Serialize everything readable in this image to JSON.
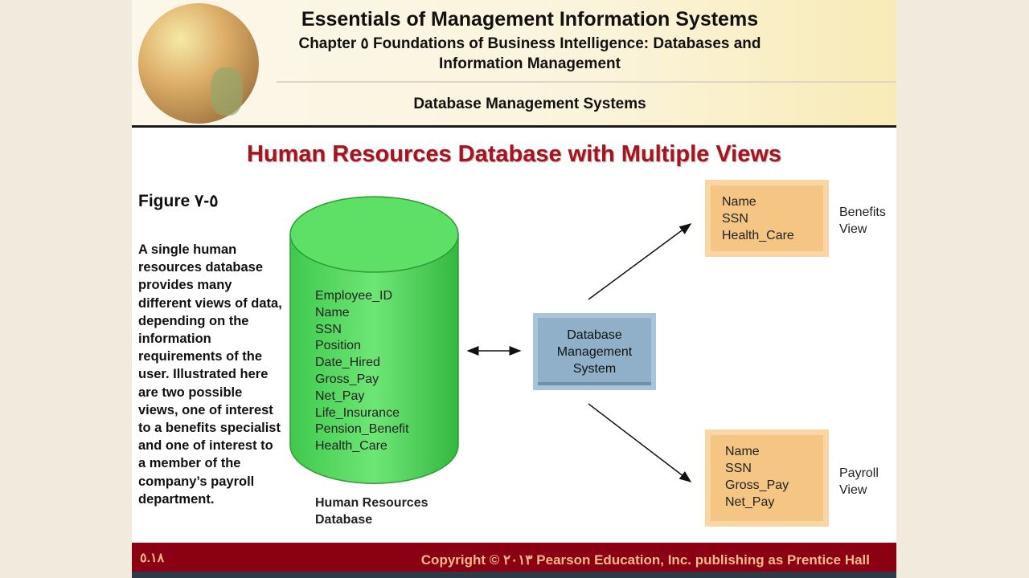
{
  "header": {
    "title": "Essentials of Management Information Systems",
    "subtitle_line1": "Chapter ٥ Foundations of Business Intelligence: Databases and",
    "subtitle_line2": "Information Management",
    "section": "Database Management Systems"
  },
  "slide": {
    "title": "Human Resources Database with Multiple Views",
    "figure_label": "Figure ٥-٧",
    "caption": "A single human resources database provides many different views of data, depending on the information requirements of the user. Illustrated here are two possible views, one of interest to a benefits specialist and one of interest to a member of the company’s payroll department."
  },
  "diagram": {
    "database_fields": [
      "Employee_ID",
      "Name",
      "SSN",
      "Position",
      "Date_Hired",
      "Gross_Pay",
      "Net_Pay",
      "Life_Insurance",
      "Pension_Benefit",
      "Health_Care"
    ],
    "database_label_line1": "Human Resources",
    "database_label_line2": "Database",
    "dbms_line1": "Database",
    "dbms_line2": "Management",
    "dbms_line3": "System",
    "benefits_fields": [
      "Name",
      "SSN",
      "Health_Care"
    ],
    "benefits_label_line1": "Benefits",
    "benefits_label_line2": "View",
    "payroll_fields": [
      "Name",
      "SSN",
      "Gross_Pay",
      "Net_Pay"
    ],
    "payroll_label_line1": "Payroll",
    "payroll_label_line2": "View",
    "colors": {
      "cylinder": "#4ed65a",
      "dbms": "#8fb0c8",
      "view": "#f5c583"
    }
  },
  "footer": {
    "page_number": "٥.١٨",
    "copyright": "Copyright © ٢٠١٣ Pearson Education, Inc. publishing as Prentice Hall"
  }
}
